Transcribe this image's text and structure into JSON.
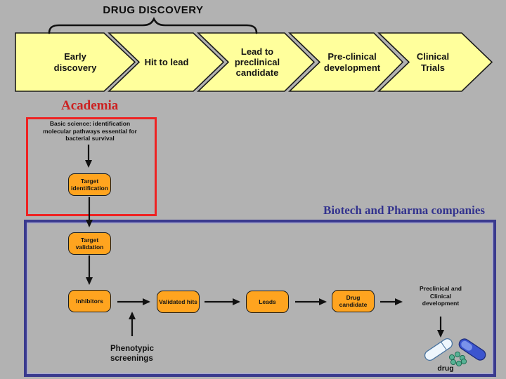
{
  "header": {
    "title": "DRUG DISCOVERY"
  },
  "colors": {
    "background": "#b2b2b2",
    "stage_fill": "#ffff9c",
    "process_box_fill": "#ffa41f",
    "academia_accent": "#ee2222",
    "biotech_accent": "#3a3a8e",
    "text": "#111111"
  },
  "pipeline": {
    "stages": [
      {
        "label": "Early discovery"
      },
      {
        "label": "Hit to lead"
      },
      {
        "label": "Lead to preclinical candidate"
      },
      {
        "label": "Pre-clinical development"
      },
      {
        "label": "Clinical Trials"
      }
    ]
  },
  "academia": {
    "heading": "Academia",
    "basic_science_note": "Basic science: identification molecular pathways essential for bacterial survival",
    "target_identification": "Target identification"
  },
  "biotech": {
    "heading": "Biotech and Pharma companies",
    "target_validation": "Target validation",
    "inhibitors": "Inhibitors",
    "validated_hits": "Validated hits",
    "leads": "Leads",
    "drug_candidate": "Drug candidate",
    "preclinical_clinical": "Preclinical and Clinical development",
    "phenotypic_screenings": "Phenotypic screenings",
    "drug_caption": "drug"
  }
}
